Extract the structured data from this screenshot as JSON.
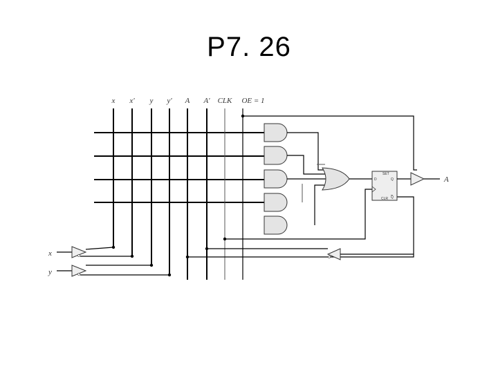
{
  "slide": {
    "title": "P7. 26"
  },
  "diagram": {
    "column_labels": [
      "x",
      "x'",
      "y",
      "y'",
      "A",
      "A'",
      "CLK",
      "OE = 1"
    ],
    "inputs": [
      "x",
      "y"
    ],
    "output": "A",
    "flipflop": {
      "d": "D",
      "q": "Q",
      "qbar": "Q",
      "clk": "clk",
      "set": "SET",
      "clr": "CLR"
    }
  }
}
